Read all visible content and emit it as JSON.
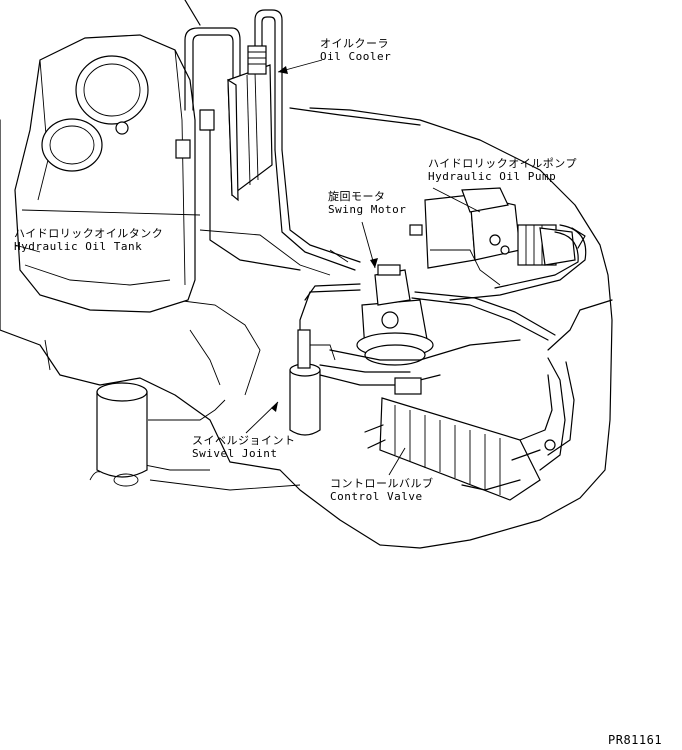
{
  "labels": {
    "oil_cooler": {
      "jp": "オイルクーラ",
      "en": "Oil Cooler"
    },
    "hydraulic_oil_pump": {
      "jp": "ハイドロリックオイルポンプ",
      "en": "Hydraulic Oil Pump"
    },
    "swing_motor": {
      "jp": "旋回モータ",
      "en": "Swing Motor"
    },
    "hydraulic_oil_tank": {
      "jp": "ハイドロリックオイルタンク",
      "en": "Hydraulic Oil Tank"
    },
    "swivel_joint": {
      "jp": "スイベルジョイント",
      "en": "Swivel Joint"
    },
    "control_valve": {
      "jp": "コントロールバルブ",
      "en": "Control Valve"
    }
  },
  "figure_code": "PR81161"
}
